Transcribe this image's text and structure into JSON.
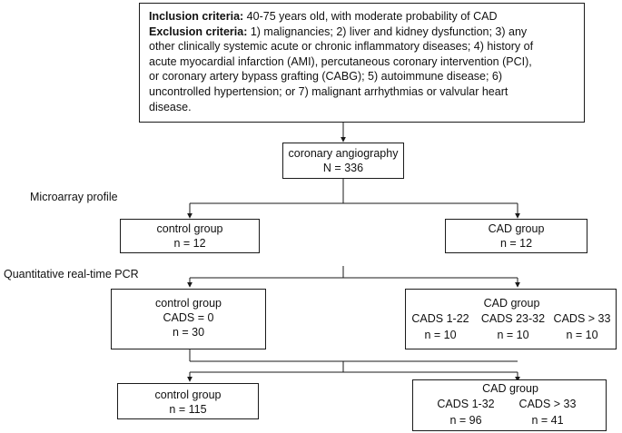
{
  "criteria": {
    "inclusion_label": "Inclusion criteria:",
    "inclusion_text": " 40-75 years old, with moderate probability of CAD",
    "exclusion_label": "Exclusion criteria:",
    "exclusion_lines": [
      " 1) malignancies; 2) liver and kidney dysfunction; 3) any",
      "other clinically systemic acute or chronic inflammatory diseases; 4) history of",
      "acute myocardial infarction (AMI), percutaneous coronary intervention (PCI),",
      "or coronary artery bypass grafting (CABG); 5) autoimmune disease; 6)",
      "uncontrolled hypertension; or 7) malignant arrhythmias or valvular heart",
      "disease."
    ]
  },
  "angiography": {
    "title": "coronary angiography",
    "n": "N = 336"
  },
  "sections": {
    "microarray": "Microarray profile",
    "qpcr": "Quantitative real-time PCR"
  },
  "microarray": {
    "control": {
      "title": "control group",
      "n": "n = 12"
    },
    "cad": {
      "title": "CAD group",
      "n": "n = 12"
    }
  },
  "qpcr": {
    "control": {
      "title": "control group",
      "cads": "CADS = 0",
      "n": "n = 30"
    },
    "cad": {
      "title": "CAD group",
      "subgroups": [
        {
          "label": "CADS 1-22",
          "n": "n = 10"
        },
        {
          "label": "CADS 23-32",
          "n": "n = 10"
        },
        {
          "label": "CADS > 33",
          "n": "n = 10"
        }
      ]
    }
  },
  "validation": {
    "control": {
      "title": "control group",
      "n": "n = 115"
    },
    "cad": {
      "title": "CAD group",
      "subgroups": [
        {
          "label": "CADS 1-32",
          "n": "n = 96"
        },
        {
          "label": "CADS > 33",
          "n": "n = 41"
        }
      ]
    }
  }
}
